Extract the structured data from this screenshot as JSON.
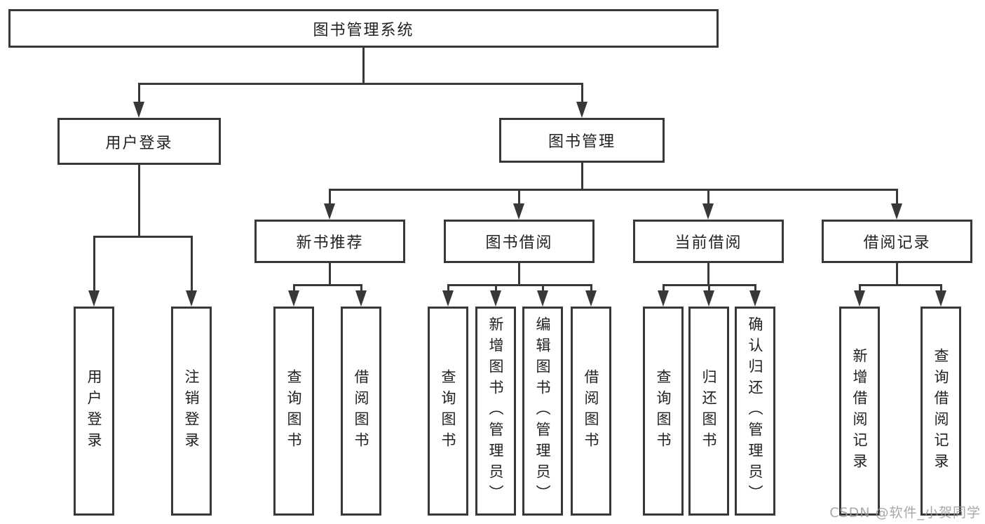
{
  "tree": {
    "root": "图书管理系统",
    "branches": [
      {
        "label": "用户登录",
        "children": [
          "用户登录",
          "注销登录"
        ]
      },
      {
        "label": "图书管理",
        "children": [
          {
            "label": "新书推荐",
            "children": [
              "查询图书",
              "借阅图书"
            ]
          },
          {
            "label": "图书借阅",
            "children": [
              "查询图书",
              "新增图书（管理员）",
              "编辑图书（管理员）",
              "借阅图书"
            ]
          },
          {
            "label": "当前借阅",
            "children": [
              "查询图书",
              "归还图书",
              "确认归还（管理员）"
            ]
          },
          {
            "label": "借阅记录",
            "children": [
              "新增借阅记录",
              "查询借阅记录"
            ]
          }
        ]
      }
    ]
  },
  "watermark": "CSDN @软件_小贺同学",
  "colors": {
    "line": "#383838",
    "text": "#222222",
    "watermark": "#9a9a9a",
    "background": "#ffffff"
  }
}
